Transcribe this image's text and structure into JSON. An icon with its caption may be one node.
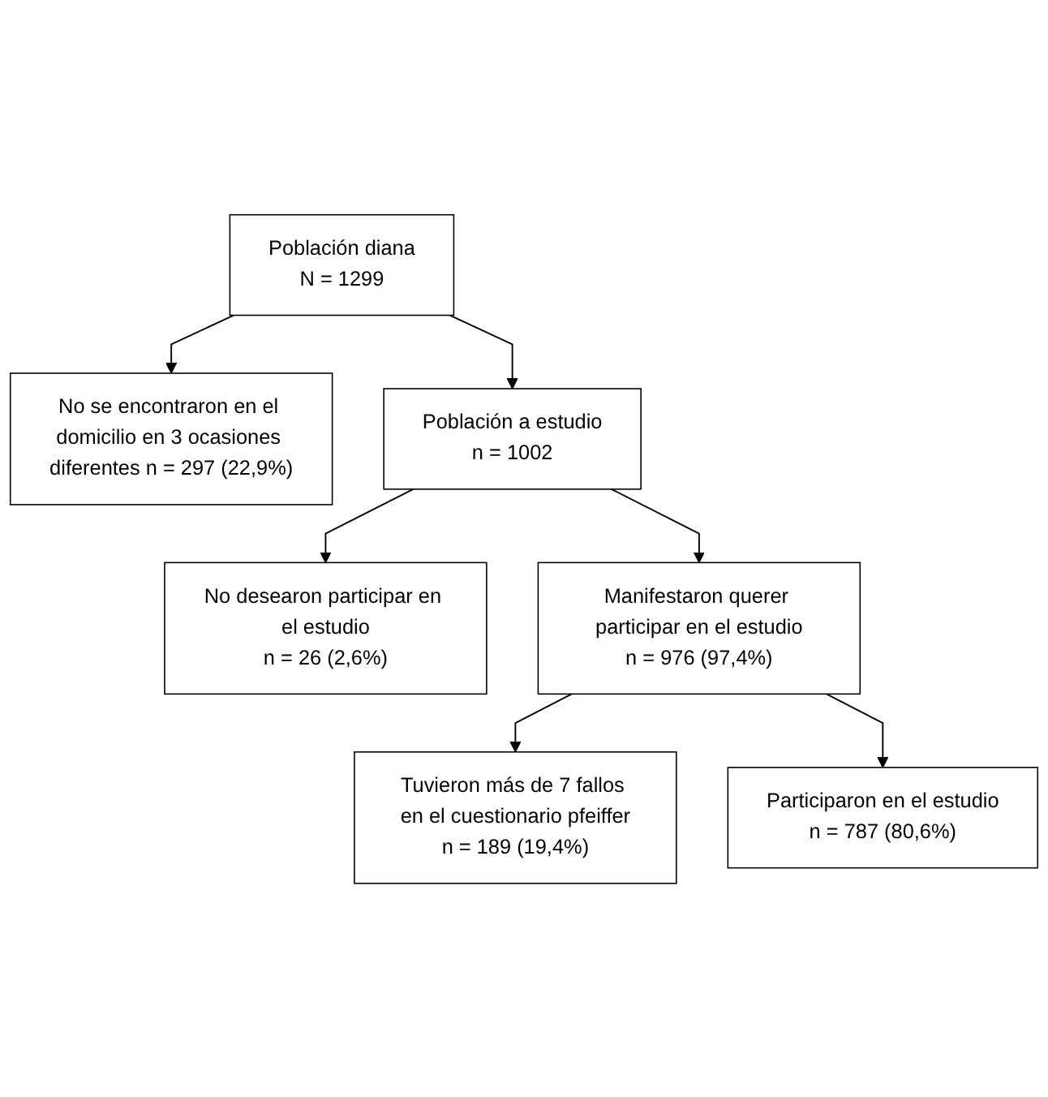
{
  "diagram": {
    "nodes": [
      {
        "text": [
          "Población diana",
          "N = 1299"
        ]
      },
      {
        "text": [
          "No se encontraron en el domicilio en 3 ocasiones diferentes n = 297 (22,9%)"
        ]
      },
      {
        "text": [
          "Población a estudio",
          "n = 1002"
        ]
      },
      {
        "text": [
          "No desearon participar en el estudio",
          "n = 26 (2,6%)"
        ]
      },
      {
        "text": [
          "Manifestaron querer participar en el estudio",
          "n = 976 (97,4%)"
        ]
      },
      {
        "text": [
          "Tuvieron más de 7 fallos en el cuestionario pfeiffer",
          "n = 189 (19,4%)"
        ]
      },
      {
        "text": [
          "Participaron en el estudio",
          "n = 787 (80,6%)"
        ]
      }
    ],
    "edges": [
      {
        "from": 0,
        "to": 1,
        "arrow": "to"
      },
      {
        "from": 0,
        "to": 2,
        "arrow": "to"
      },
      {
        "from": 2,
        "to": 3,
        "arrow": "to"
      },
      {
        "from": 2,
        "to": 4,
        "arrow": "to"
      },
      {
        "from": 4,
        "to": 5,
        "arrow": "to"
      },
      {
        "from": 4,
        "to": 6,
        "arrow": "to"
      }
    ]
  }
}
